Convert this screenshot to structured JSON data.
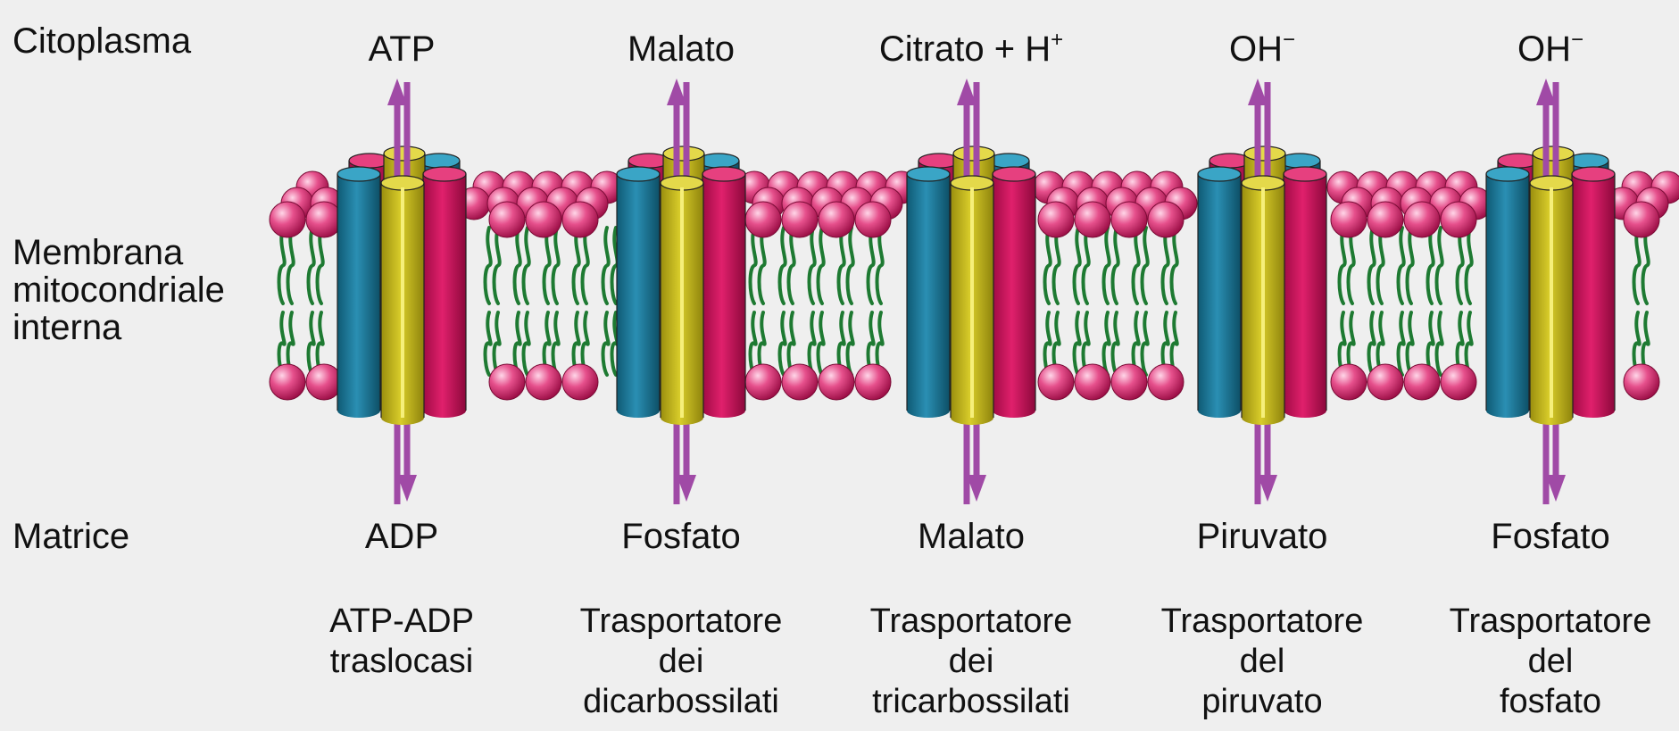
{
  "rows": {
    "top": "Citoplasma",
    "membrane": [
      "Membrana",
      "mitocondriale",
      "interna"
    ],
    "bottom": "Matrice"
  },
  "transporters": [
    {
      "top": "ATP",
      "top_sup": "",
      "bottom": "ADP",
      "name": [
        "ATP-ADP",
        "traslocasi"
      ]
    },
    {
      "top": "Malato",
      "top_sup": "",
      "bottom": "Fosfato",
      "name": [
        "Trasportatore",
        "dei",
        "dicarbossilati"
      ]
    },
    {
      "top": "Citrato + H",
      "top_sup": "+",
      "bottom": "Malato",
      "name": [
        "Trasportatore",
        "dei",
        "tricarbossilati"
      ]
    },
    {
      "top": "OH",
      "top_sup": "−",
      "bottom": "Piruvato",
      "name": [
        "Trasportatore",
        "del",
        "piruvato"
      ]
    },
    {
      "top": "OH",
      "top_sup": "−",
      "bottom": "Fosfato",
      "name": [
        "Trasportatore",
        "del",
        "fosfato"
      ]
    }
  ],
  "colors": {
    "background": "#efefef",
    "lipid_head": "#e0407f",
    "lipid_tail": "#1e7a32",
    "helix_blue": "#1b7595",
    "helix_yellow": "#c6b81a",
    "helix_red": "#d0105a",
    "arrow": "#a04aa6"
  },
  "icons": {
    "membrane": "lipid-bilayer",
    "transporter": "transporter-protein-cylinders",
    "arrow": "antiport-double-arrow"
  }
}
